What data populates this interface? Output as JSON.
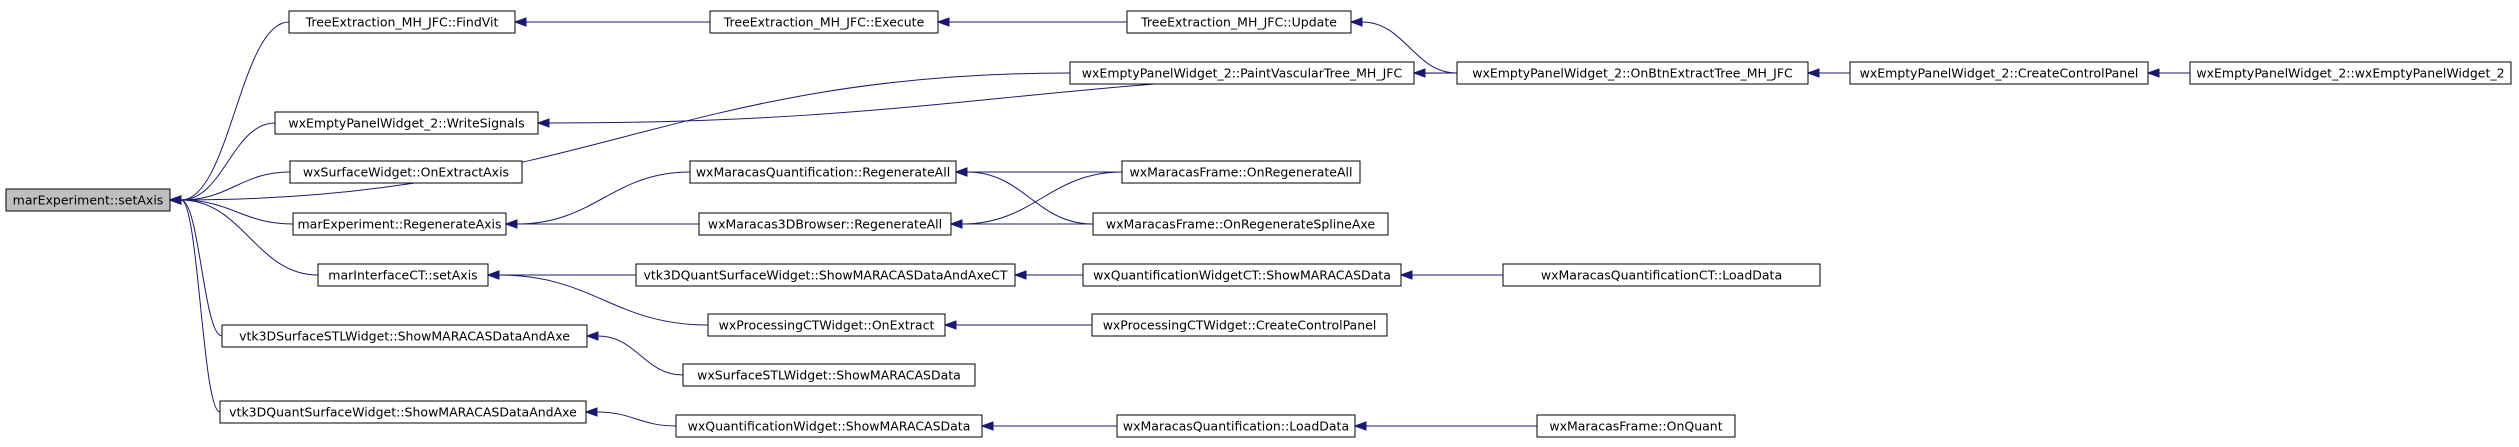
{
  "diagram": {
    "type": "call-graph",
    "edge_color": "#191970",
    "root_fill": "#bfbfbf",
    "nodes": [
      {
        "id": "setAxis",
        "label": "marExperiment::setAxis",
        "root": true
      },
      {
        "id": "findVit",
        "label": "TreeExtraction_MH_JFC::FindVit"
      },
      {
        "id": "execute",
        "label": "TreeExtraction_MH_JFC::Execute"
      },
      {
        "id": "update",
        "label": "TreeExtraction_MH_JFC::Update"
      },
      {
        "id": "paintVT",
        "label": "wxEmptyPanelWidget_2::PaintVascularTree_MH_JFC"
      },
      {
        "id": "onBtnExtract",
        "label": "wxEmptyPanelWidget_2::OnBtnExtractTree_MH_JFC"
      },
      {
        "id": "createCP2",
        "label": "wxEmptyPanelWidget_2::CreateControlPanel"
      },
      {
        "id": "ctor2",
        "label": "wxEmptyPanelWidget_2::wxEmptyPanelWidget_2"
      },
      {
        "id": "writeSignals",
        "label": "wxEmptyPanelWidget_2::WriteSignals"
      },
      {
        "id": "surfOnExtract",
        "label": "wxSurfaceWidget::OnExtractAxis"
      },
      {
        "id": "mqRegen",
        "label": "wxMaracasQuantification::RegenerateAll"
      },
      {
        "id": "mfOnRegenAll",
        "label": "wxMaracasFrame::OnRegenerateAll"
      },
      {
        "id": "marRegenAxis",
        "label": "marExperiment::RegenerateAxis"
      },
      {
        "id": "m3dRegen",
        "label": "wxMaracas3DBrowser::RegenerateAll"
      },
      {
        "id": "mfOnRegenSpline",
        "label": "wxMaracasFrame::OnRegenerateSplineAxe"
      },
      {
        "id": "ifSetAxis",
        "label": "marInterfaceCT::setAxis"
      },
      {
        "id": "vqsShowAxeCT",
        "label": "vtk3DQuantSurfaceWidget::ShowMARACASDataAndAxeCT"
      },
      {
        "id": "qwctShow",
        "label": "wxQuantificationWidgetCT::ShowMARACASData"
      },
      {
        "id": "mqctLoad",
        "label": "wxMaracasQuantificationCT::LoadData"
      },
      {
        "id": "pctOnExtract",
        "label": "wxProcessingCTWidget::OnExtract"
      },
      {
        "id": "pctCreateCP",
        "label": "wxProcessingCTWidget::CreateControlPanel"
      },
      {
        "id": "stlShowAxe",
        "label": "vtk3DSurfaceSTLWidget::ShowMARACASDataAndAxe"
      },
      {
        "id": "sstlShow",
        "label": "wxSurfaceSTLWidget::ShowMARACASData"
      },
      {
        "id": "vqsShowAxe",
        "label": "vtk3DQuantSurfaceWidget::ShowMARACASDataAndAxe"
      },
      {
        "id": "qwShow",
        "label": "wxQuantificationWidget::ShowMARACASData"
      },
      {
        "id": "mqLoad",
        "label": "wxMaracasQuantification::LoadData"
      },
      {
        "id": "mfOnQuant",
        "label": "wxMaracasFrame::OnQuant"
      }
    ],
    "edges": [
      {
        "from": "findVit",
        "to": "setAxis"
      },
      {
        "from": "paintVT",
        "to": "setAxis"
      },
      {
        "from": "writeSignals",
        "to": "setAxis"
      },
      {
        "from": "surfOnExtract",
        "to": "setAxis"
      },
      {
        "from": "marRegenAxis",
        "to": "setAxis"
      },
      {
        "from": "ifSetAxis",
        "to": "setAxis"
      },
      {
        "from": "stlShowAxe",
        "to": "setAxis"
      },
      {
        "from": "vqsShowAxe",
        "to": "setAxis"
      },
      {
        "from": "execute",
        "to": "findVit"
      },
      {
        "from": "update",
        "to": "execute"
      },
      {
        "from": "onBtnExtract",
        "to": "update"
      },
      {
        "from": "onBtnExtract",
        "to": "paintVT"
      },
      {
        "from": "onBtnExtract",
        "to": "writeSignals"
      },
      {
        "from": "createCP2",
        "to": "onBtnExtract"
      },
      {
        "from": "ctor2",
        "to": "createCP2"
      },
      {
        "from": "mqRegen",
        "to": "marRegenAxis"
      },
      {
        "from": "m3dRegen",
        "to": "marRegenAxis"
      },
      {
        "from": "mfOnRegenAll",
        "to": "mqRegen"
      },
      {
        "from": "mfOnRegenSpline",
        "to": "mqRegen"
      },
      {
        "from": "mfOnRegenAll",
        "to": "m3dRegen"
      },
      {
        "from": "mfOnRegenSpline",
        "to": "m3dRegen"
      },
      {
        "from": "vqsShowAxeCT",
        "to": "ifSetAxis"
      },
      {
        "from": "pctOnExtract",
        "to": "ifSetAxis"
      },
      {
        "from": "qwctShow",
        "to": "vqsShowAxeCT"
      },
      {
        "from": "mqctLoad",
        "to": "qwctShow"
      },
      {
        "from": "pctCreateCP",
        "to": "pctOnExtract"
      },
      {
        "from": "sstlShow",
        "to": "stlShowAxe"
      },
      {
        "from": "qwShow",
        "to": "vqsShowAxe"
      },
      {
        "from": "mqLoad",
        "to": "qwShow"
      },
      {
        "from": "mfOnQuant",
        "to": "mqLoad"
      }
    ]
  }
}
